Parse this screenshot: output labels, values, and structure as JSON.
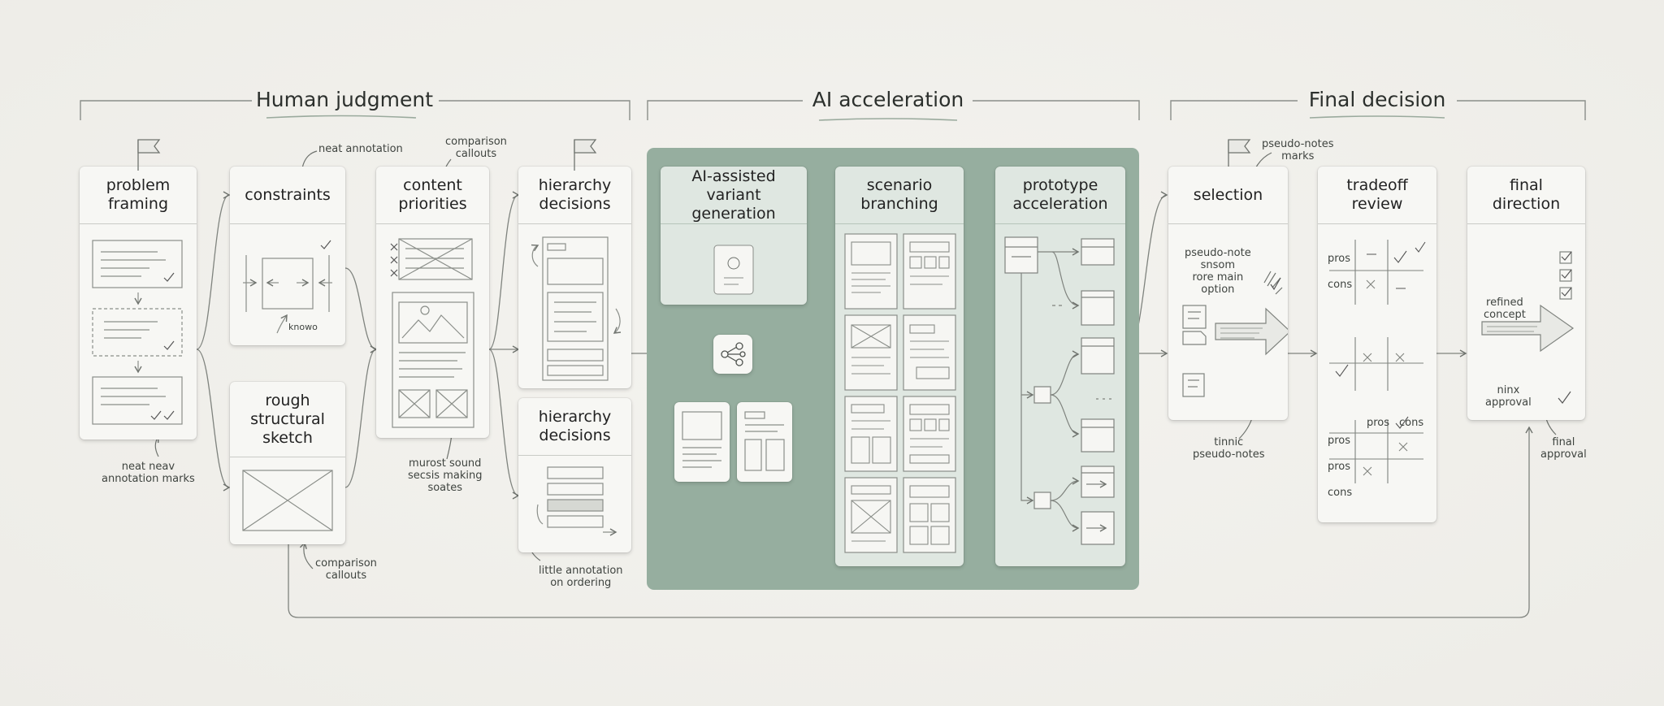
{
  "sections": {
    "human": "Human judgment",
    "ai": "AI acceleration",
    "final": "Final decision"
  },
  "cards": {
    "problem_framing": "problem\nframing",
    "constraints": "constraints",
    "content_priorities": "content\npriorities",
    "hierarchy_decisions_1": "hierarchy\ndecisions",
    "rough_sketch": "rough\nstructural\nsketch",
    "hierarchy_decisions_2": "hierarchy\ndecisions",
    "ai_variant": "AI-assisted\nvariant generation",
    "scenario_branching": "scenario\nbranching",
    "prototype_acceleration": "prototype\nacceleration",
    "selection": "selection",
    "tradeoff_review": "tradeoff\nreview",
    "final_direction": "final\ndirection"
  },
  "annotations": {
    "neat_annotation": "neat annotation",
    "comparison_callouts_top": "comparison\ncallouts",
    "knowo": "knowo",
    "neat_neav": "neat neav\nannotation marks",
    "comparison_callouts_bottom": "comparison\ncallouts",
    "murost_sound": "murost sound\nsecsis making\nsoates",
    "little_annotation": "little annotation\non ordering",
    "pseudo_notes_marks": "pseudo-notes\nmarks",
    "pseudo_note_main": "pseudo-note\nsnsom\nrore main\noption",
    "tinnic": "tinnic\npseudo-notes",
    "refined_concept": "refined\nconcept",
    "ninx_approval": "ninx\napproval",
    "final_approval": "final\napproval"
  },
  "tradeoff": {
    "pros": "pros",
    "cons": "cons",
    "dash": "—"
  },
  "colors": {
    "ai_panel": "#96ae9f",
    "card": "#f7f7f4",
    "ai_card": "#dfe7e1",
    "line": "#8a8e89",
    "background": "#efeeea"
  }
}
